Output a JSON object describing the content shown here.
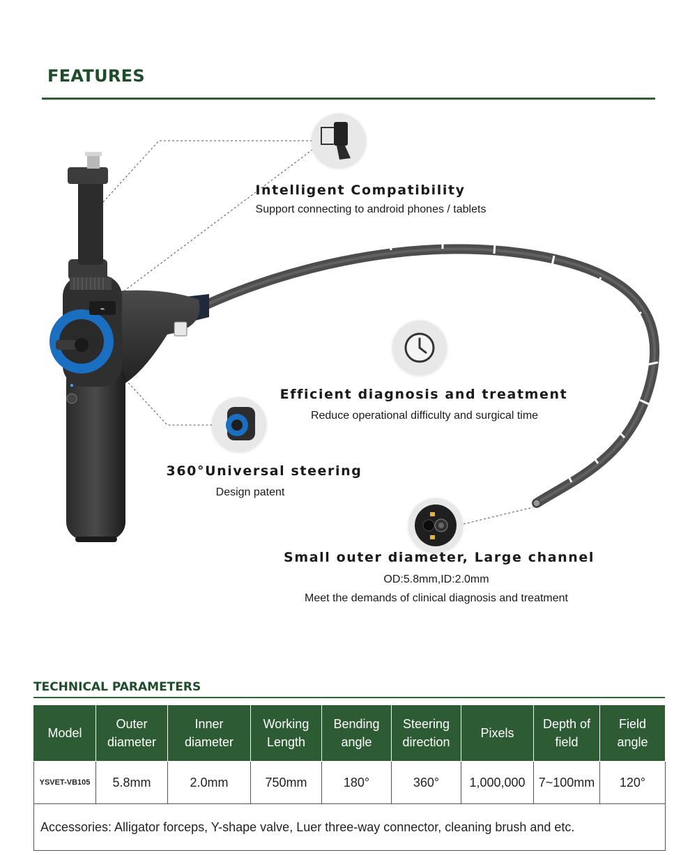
{
  "features": {
    "title": "FEATURES",
    "items": [
      {
        "title": "Intelligent Compatibility",
        "desc": [
          "Support connecting to android phones / tablets"
        ]
      },
      {
        "title": "Efficient diagnosis and treatment",
        "desc": [
          "Reduce operational difficulty and surgical time"
        ]
      },
      {
        "title": "360°Universal steering",
        "desc": [
          "Design patent"
        ]
      },
      {
        "title": "Small outer diameter, Large channel",
        "desc": [
          "OD:5.8mm,ID:2.0mm",
          "Meet the demands of clinical diagnosis and treatment"
        ]
      }
    ]
  },
  "technical": {
    "title": "TECHNICAL PARAMETERS",
    "headers": [
      [
        "Model"
      ],
      [
        "Outer",
        "diameter"
      ],
      [
        "Inner",
        "diameter"
      ],
      [
        "Working",
        "Length"
      ],
      [
        "Bending",
        "angle"
      ],
      [
        "Steering",
        "direction"
      ],
      [
        "Pixels"
      ],
      [
        "Depth of",
        "field"
      ],
      [
        "Field",
        "angle"
      ]
    ],
    "row": [
      "YSVET-VB105",
      "5.8mm",
      "2.0mm",
      "750mm",
      "180°",
      "360°",
      "1,000,000",
      "7~100mm",
      "120°"
    ],
    "accessories": "Accessories:  Alligator forceps, Y-shape valve, Luer three-way connector, cleaning brush and etc."
  },
  "colors": {
    "brand_green": "#2d5b33",
    "accent_blue": "#1a6fc0"
  }
}
